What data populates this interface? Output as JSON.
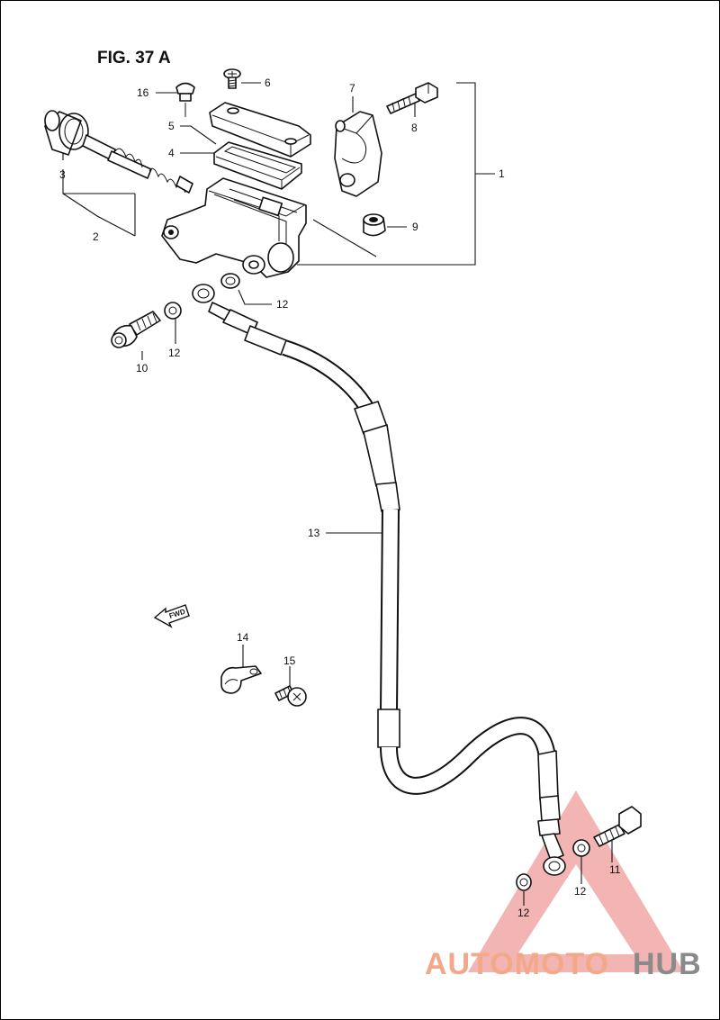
{
  "figure": {
    "title": "FIG. 37 A"
  },
  "fwd_arrow": {
    "label": "FWD"
  },
  "callouts": [
    {
      "id": "16",
      "label": "16"
    },
    {
      "id": "6",
      "label": "6"
    },
    {
      "id": "7",
      "label": "7"
    },
    {
      "id": "5",
      "label": "5"
    },
    {
      "id": "8",
      "label": "8"
    },
    {
      "id": "4",
      "label": "4"
    },
    {
      "id": "3",
      "label": "3"
    },
    {
      "id": "1",
      "label": "1"
    },
    {
      "id": "2",
      "label": "2"
    },
    {
      "id": "9",
      "label": "9"
    },
    {
      "id": "12a",
      "label": "12"
    },
    {
      "id": "10",
      "label": "10"
    },
    {
      "id": "12b",
      "label": "12"
    },
    {
      "id": "13",
      "label": "13"
    },
    {
      "id": "14",
      "label": "14"
    },
    {
      "id": "15",
      "label": "15"
    },
    {
      "id": "11",
      "label": "11"
    },
    {
      "id": "12c",
      "label": "12"
    },
    {
      "id": "12d",
      "label": "12"
    }
  ],
  "watermark": {
    "part1": "AUTOMOTO",
    "part2": "HUB",
    "color_primary": "#f2a98a",
    "color_secondary": "#8a8a8a",
    "triangle_color": "#f1a7a7"
  }
}
